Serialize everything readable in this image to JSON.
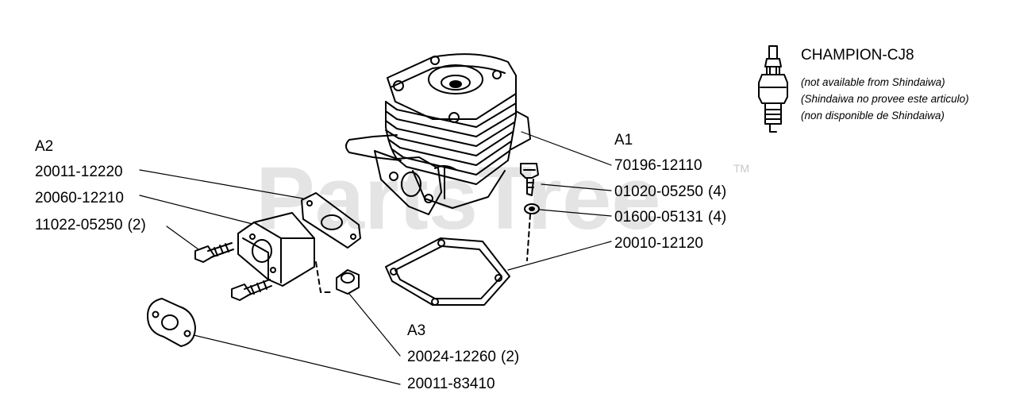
{
  "watermark": {
    "text": "PartsTree",
    "trademark": "TM"
  },
  "groups": {
    "a1": "A1",
    "a2": "A2",
    "a3": "A3"
  },
  "parts": {
    "p70196": {
      "number": "70196-12110",
      "qty": ""
    },
    "p01020": {
      "number": "01020-05250",
      "qty": "(4)"
    },
    "p01600": {
      "number": "01600-05131",
      "qty": "(4)"
    },
    "p20010": {
      "number": "20010-12120",
      "qty": ""
    },
    "p20011a": {
      "number": "20011-12220",
      "qty": ""
    },
    "p20060": {
      "number": "20060-12210",
      "qty": ""
    },
    "p11022": {
      "number": "11022-05250",
      "qty": "(2)"
    },
    "p20024": {
      "number": "20024-12260",
      "qty": "(2)"
    },
    "p20011b": {
      "number": "20011-83410",
      "qty": ""
    }
  },
  "spark_plug": {
    "name": "CHAMPION-CJ8",
    "notes": [
      "(not available from Shindaiwa)",
      "(Shindaiwa no provee este articulo)",
      "(non disponible de Shindaiwa)"
    ]
  }
}
